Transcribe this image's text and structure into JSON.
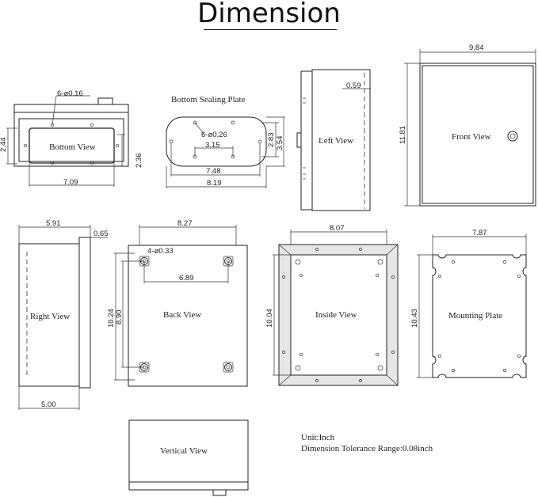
{
  "title": "Dimension",
  "views": {
    "bottom": {
      "label": "Bottom View",
      "holes": "6-ø0.16",
      "height": "2.44",
      "inner_height": "2.36",
      "width": "7.09"
    },
    "sealing_plate": {
      "label": "Bottom Sealing Plate",
      "holes": "6-ø0.26",
      "hole_spacing": "3.15",
      "inner_height": "2.83",
      "height": "3.54",
      "inner_width": "7.48",
      "width": "8.19"
    },
    "left": {
      "label": "Left View",
      "depth": "0.59"
    },
    "front": {
      "label": "Front View",
      "width": "9.84",
      "height": "11.81"
    },
    "right": {
      "label": "Right View",
      "width": "5.91",
      "lip": "0.65",
      "depth": "5.00"
    },
    "back": {
      "label": "Back View",
      "width": "8.27",
      "holes": "4-ø0.33",
      "hole_width": "6.89",
      "height": "10.24",
      "hole_height": "8.90"
    },
    "inside": {
      "label": "Inside View",
      "width": "8.07",
      "height": "10.04"
    },
    "mounting": {
      "label": "Mounting Plate",
      "width": "7.87",
      "height": "10.43"
    },
    "vertical": {
      "label": "Vertical View"
    }
  },
  "notes": {
    "unit": "Unit:Inch",
    "tolerance": "Dimension Tolerance Range:0.08inch"
  }
}
